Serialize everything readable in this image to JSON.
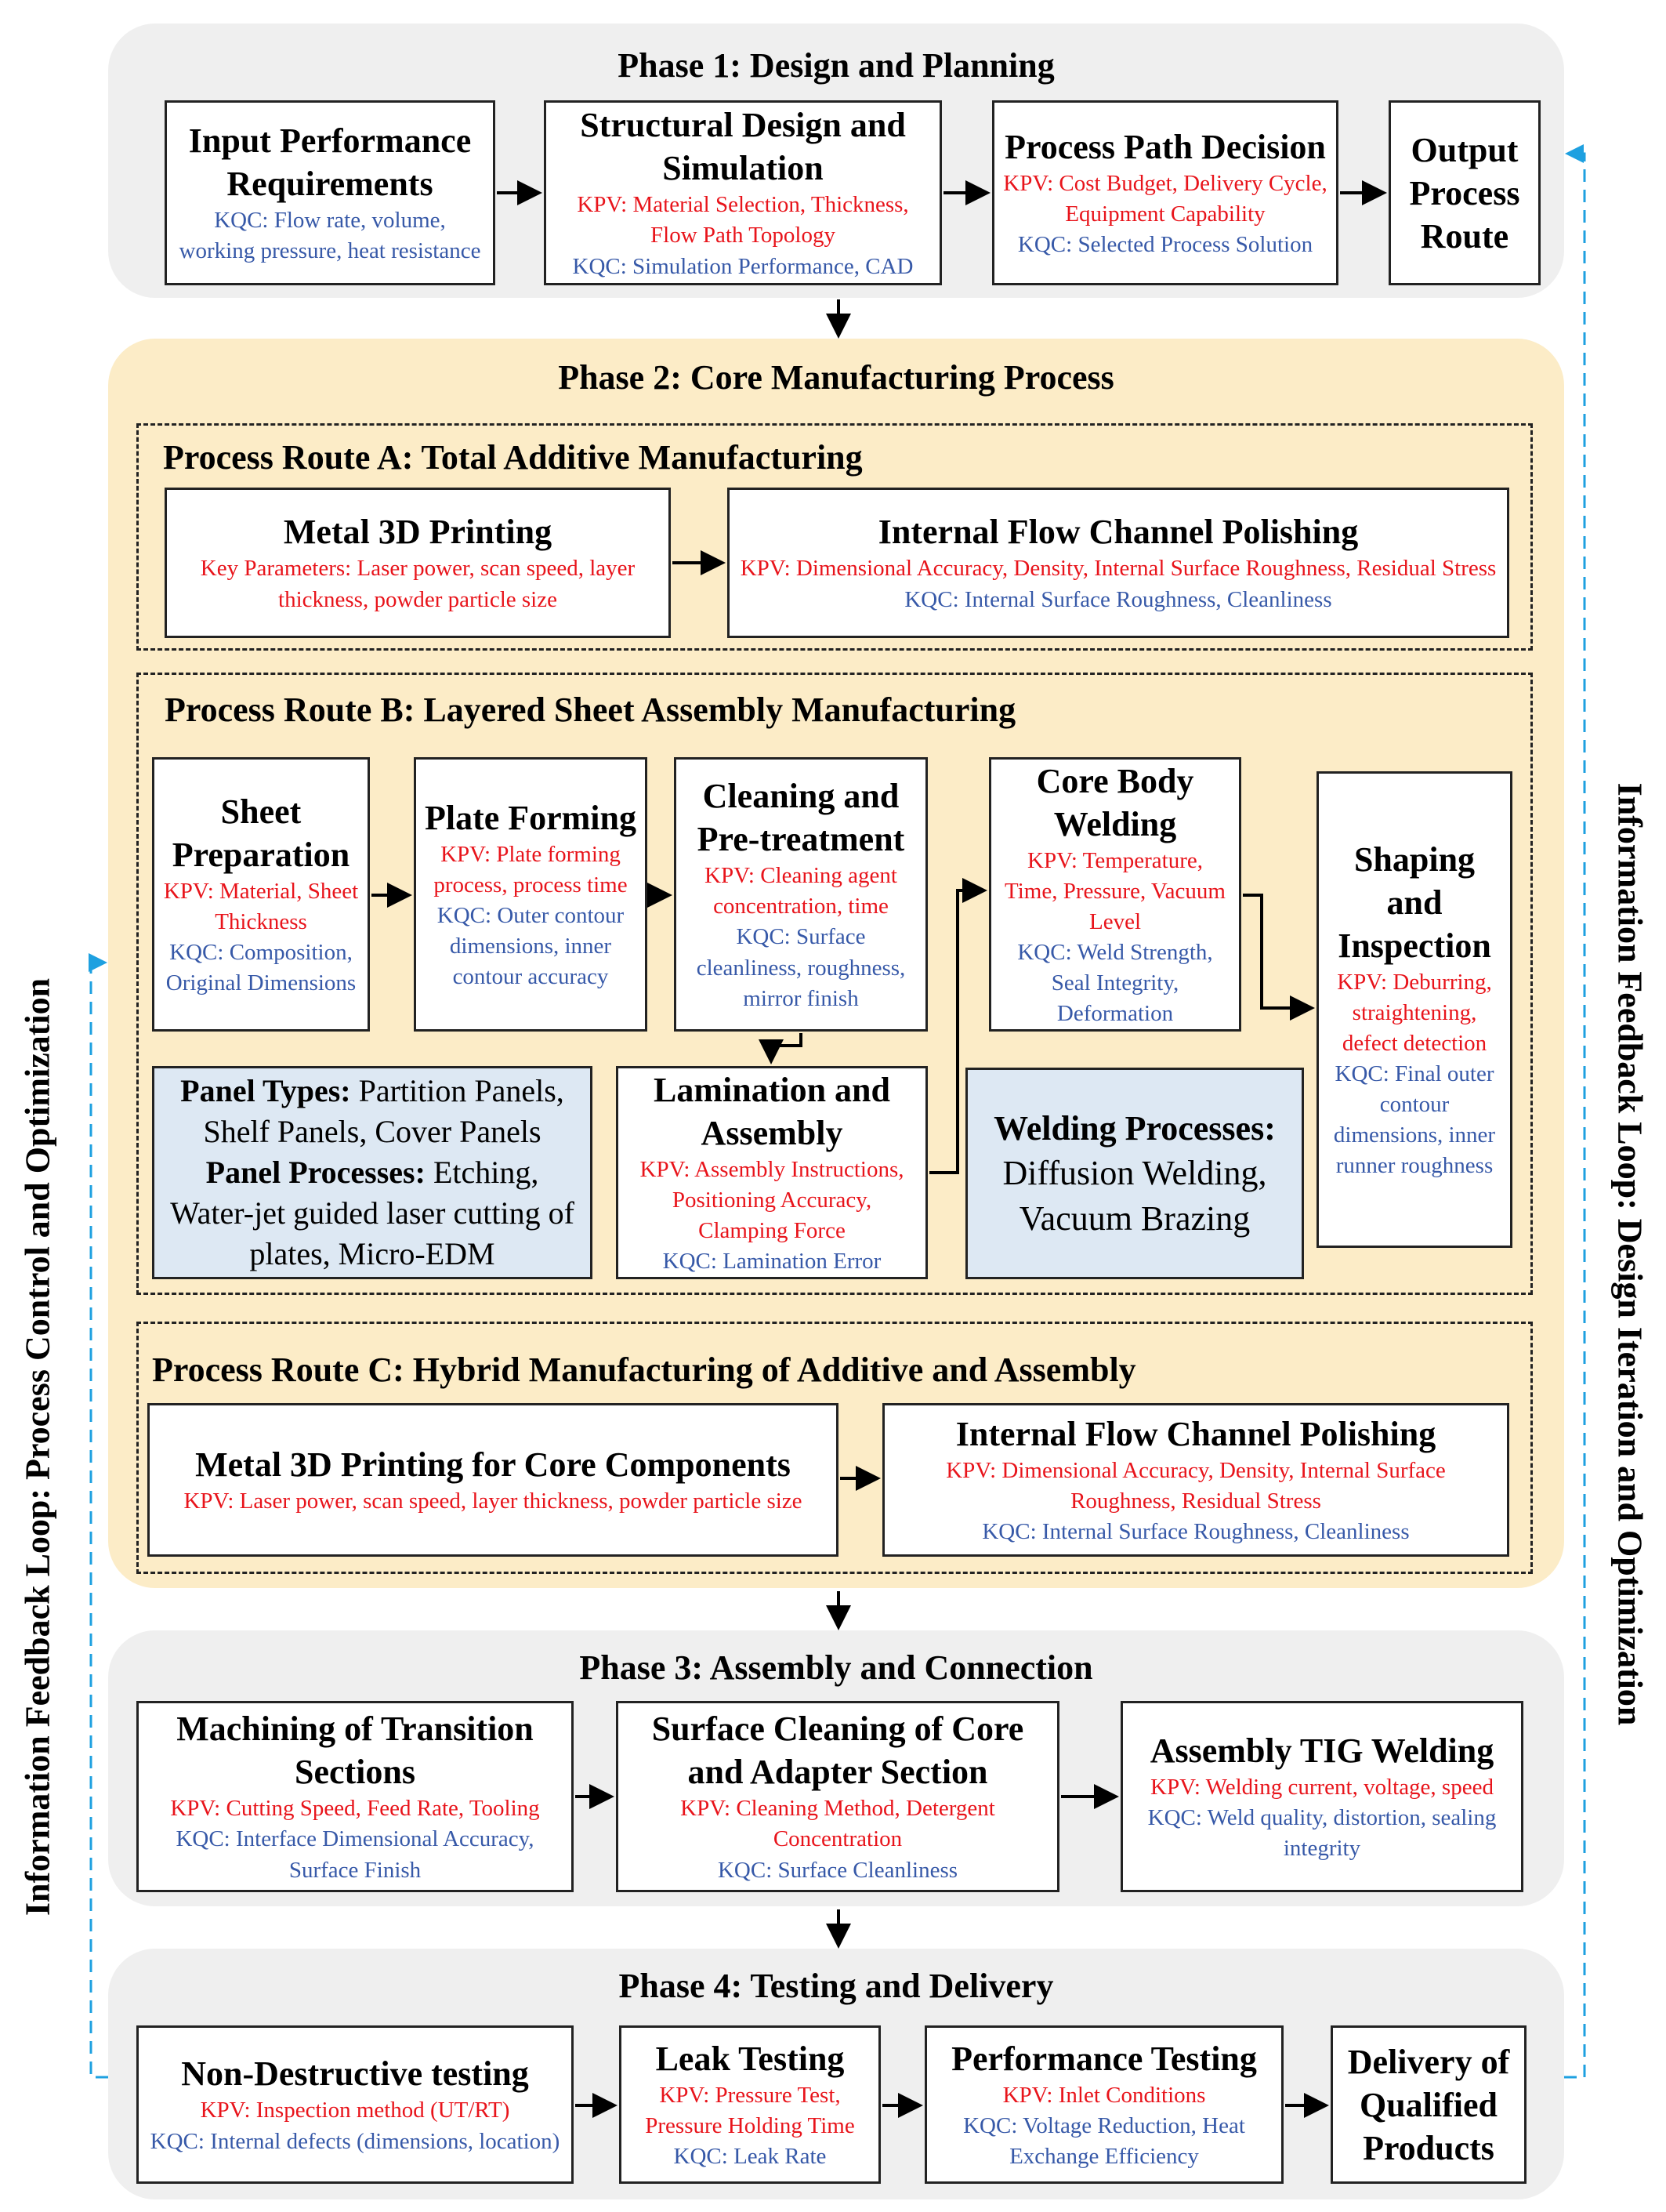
{
  "phase1": {
    "title": "Phase 1: Design and Planning",
    "boxes": [
      {
        "title": "Input Performance Requirements",
        "kqc": "KQC: Flow rate, volume, working pressure, heat resistance"
      },
      {
        "title": "Structural Design and Simulation",
        "kpv": "KPV: Material Selection, Thickness, Flow Path Topology",
        "kqc": "KQC: Simulation Performance, CAD"
      },
      {
        "title": "Process Path Decision",
        "kpv": "KPV: Cost Budget, Delivery Cycle, Equipment Capability",
        "kqc": "KQC: Selected Process Solution"
      },
      {
        "title": "Output Process Route"
      }
    ]
  },
  "phase2": {
    "title": "Phase 2: Core Manufacturing Process",
    "routeA": {
      "title": "Process Route A: Total Additive Manufacturing",
      "boxes": [
        {
          "title": "Metal 3D Printing",
          "kpv": "Key Parameters: Laser power, scan speed, layer thickness, powder particle size"
        },
        {
          "title": "Internal Flow Channel Polishing",
          "kpv": "KPV: Dimensional Accuracy, Density, Internal Surface Roughness, Residual Stress",
          "kqc": "KQC: Internal Surface Roughness, Cleanliness"
        }
      ]
    },
    "routeB": {
      "title": "Process Route B: Layered Sheet Assembly Manufacturing",
      "boxes": [
        {
          "title": "Sheet Preparation",
          "kpv": "KPV: Material, Sheet Thickness",
          "kqc": "KQC: Composition, Original Dimensions"
        },
        {
          "title": "Plate Forming",
          "kpv": "KPV: Plate forming process, process time",
          "kqc": "KQC: Outer contour dimensions, inner contour accuracy"
        },
        {
          "title": "Cleaning and Pre-treatment",
          "kpv": "KPV: Cleaning agent concentration, time",
          "kqc": "KQC: Surface cleanliness, roughness, mirror finish"
        },
        {
          "title": "Core Body Welding",
          "kpv": "KPV: Temperature, Time, Pressure, Vacuum Level",
          "kqc": "KQC: Weld Strength, Seal Integrity, Deformation"
        },
        {
          "title": "Shaping and Inspection",
          "kpv": "KPV: Deburring, straightening, defect detection",
          "kqc": "KQC: Final outer contour dimensions, inner runner roughness"
        },
        {
          "title": "Lamination and Assembly",
          "kpv": "KPV: Assembly Instructions, Positioning Accuracy, Clamping Force",
          "kqc": "KQC: Lamination Error"
        }
      ],
      "panel_note": {
        "types_label": "Panel Types:",
        "types_text": "Partition Panels, Shelf Panels, Cover Panels",
        "proc_label": "Panel Processes:",
        "proc_text": "Etching, Water-jet guided laser cutting of plates, Micro-EDM"
      },
      "weld_note": {
        "label": "Welding Processes:",
        "text": "Diffusion Welding, Vacuum Brazing"
      }
    },
    "routeC": {
      "title": "Process Route C: Hybrid Manufacturing of Additive and Assembly",
      "boxes": [
        {
          "title": "Metal 3D Printing for Core Components",
          "kpv": "KPV: Laser power, scan speed, layer thickness, powder particle size"
        },
        {
          "title": "Internal Flow Channel Polishing",
          "kpv": "KPV: Dimensional Accuracy, Density, Internal Surface Roughness, Residual Stress",
          "kqc": "KQC: Internal Surface Roughness, Cleanliness"
        }
      ]
    }
  },
  "phase3": {
    "title": "Phase 3: Assembly and Connection",
    "boxes": [
      {
        "title": "Machining of Transition Sections",
        "kpv": "KPV: Cutting Speed, Feed Rate, Tooling",
        "kqc": "KQC: Interface Dimensional Accuracy, Surface Finish"
      },
      {
        "title": "Surface Cleaning of Core and Adapter Section",
        "kpv": "KPV: Cleaning Method, Detergent Concentration",
        "kqc": "KQC: Surface Cleanliness"
      },
      {
        "title": "Assembly TIG Welding",
        "kpv": "KPV: Welding current, voltage, speed",
        "kqc": "KQC: Weld quality, distortion, sealing integrity"
      }
    ]
  },
  "phase4": {
    "title": "Phase 4: Testing and Delivery",
    "boxes": [
      {
        "title": "Non-Destructive testing",
        "kpv": "KPV: Inspection method (UT/RT)",
        "kqc": "KQC: Internal defects (dimensions, location)"
      },
      {
        "title": "Leak Testing",
        "kpv": "KPV: Pressure Test, Pressure Holding Time",
        "kqc": "KQC: Leak Rate"
      },
      {
        "title": "Performance Testing",
        "kpv": "KPV: Inlet Conditions",
        "kqc": "KQC: Voltage Reduction, Heat Exchange Efficiency"
      },
      {
        "title": "Delivery of Qualified Products"
      }
    ]
  },
  "left_loop_label": "Information Feedback Loop: Process Control and Optimization",
  "right_loop_label": "Information Feedback Loop: Design Iteration and Optimization",
  "colors": {
    "kpv": "#e8141b",
    "kqc": "#3759a8",
    "phase_gray": "#efefef",
    "phase_yellow": "#fcecc7",
    "note_blue": "#dde8f3",
    "loop_line": "#1ea0e0"
  }
}
